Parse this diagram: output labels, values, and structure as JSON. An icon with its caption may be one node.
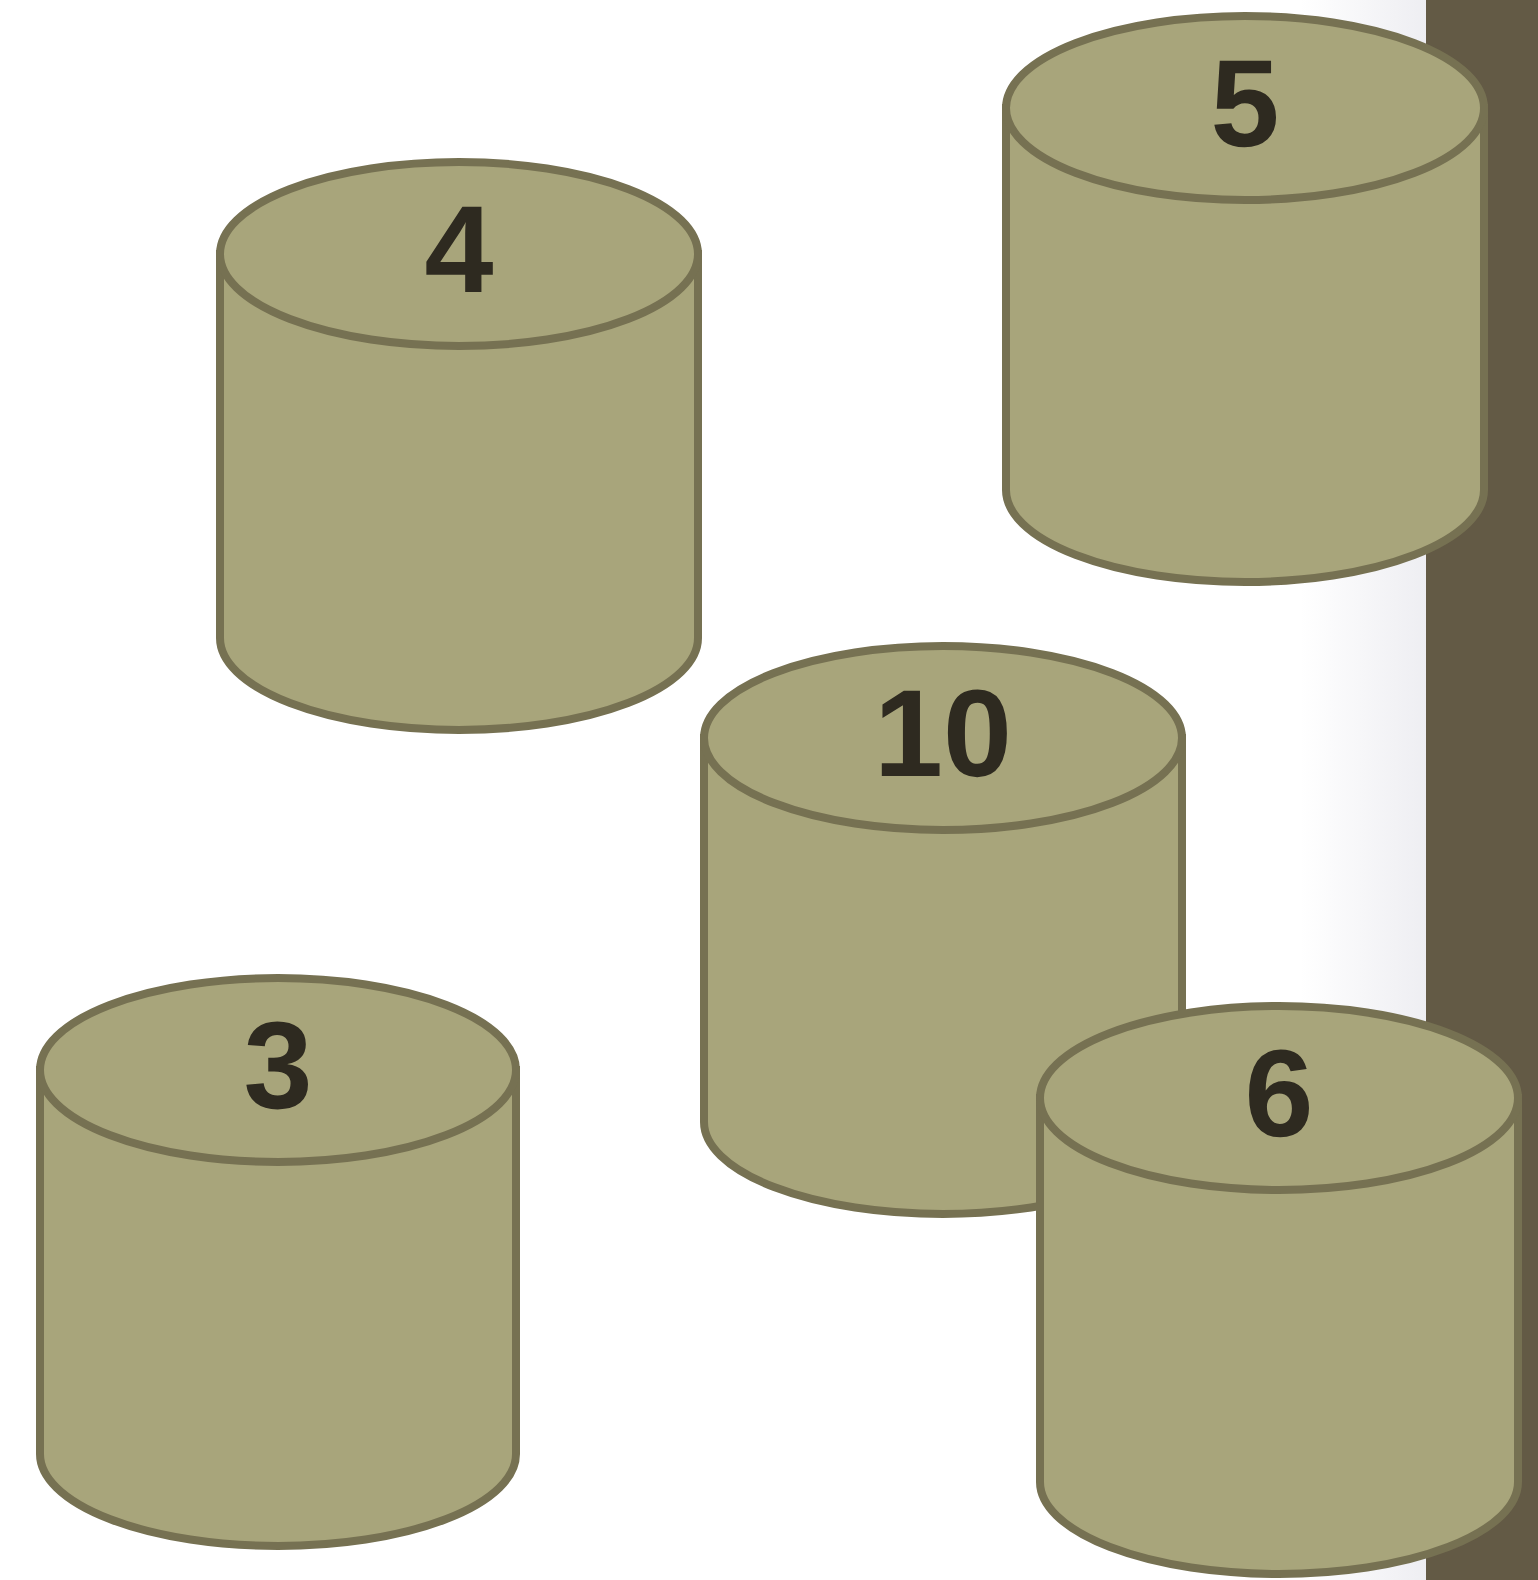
{
  "diagram": {
    "nodes": [
      {
        "text": [
          "5"
        ]
      },
      {
        "text": [
          "4"
        ]
      },
      {
        "text": [
          "10"
        ]
      },
      {
        "text": [
          "3"
        ]
      },
      {
        "text": [
          "6"
        ]
      }
    ]
  }
}
